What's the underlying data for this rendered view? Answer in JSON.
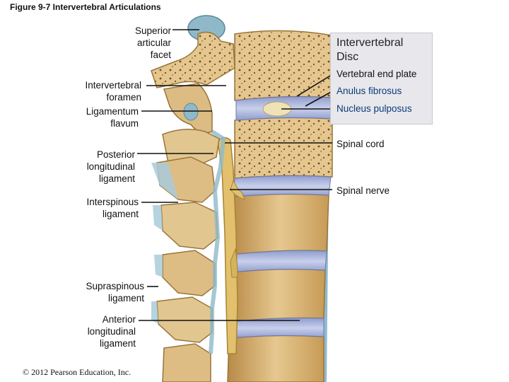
{
  "figure": {
    "title": "Figure 9-7 Intervertebral Articulations",
    "copyright": "© 2012 Pearson Education, Inc."
  },
  "labels_left": {
    "superior_articular_facet": "Superior\narticular\nfacet",
    "intervertebral_foramen": "Intervertebral\nforamen",
    "ligamentum_flavum": "Ligamentum\nflavum",
    "posterior_longitudinal_ligament": "Posterior\nlongitudinal\nligament",
    "interspinous_ligament": "Interspinous\nligament",
    "supraspinous_ligament": "Supraspinous\nligament",
    "anterior_longitudinal_ligament": "Anterior\nlongitudinal\nligament"
  },
  "disc_box": {
    "title": "Intervertebral\nDisc",
    "vertebral_end_plate": "Vertebral end plate",
    "anulus_fibrosus": "Anulus fibrosus",
    "nucleus_pulposus": "Nucleus pulposus"
  },
  "labels_right": {
    "spinal_cord": "Spinal cord",
    "spinal_nerve": "Spinal nerve"
  },
  "colors": {
    "bone": "#d9b77a",
    "bone_light": "#ecd6a8",
    "bone_pore": "#7a5a2a",
    "disc": "#a9b4d8",
    "nucleus": "#efe2b6",
    "ligament": "#9fc3d6",
    "cord": "#e6c575",
    "accent_text": "#0a3a7a"
  }
}
